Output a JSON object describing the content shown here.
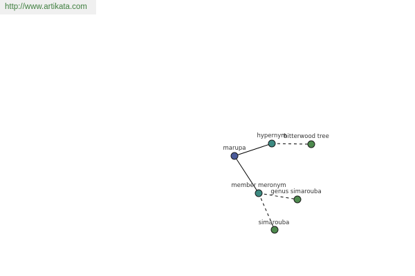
{
  "watermark": {
    "url": "http://www.artikata.com"
  },
  "colors": {
    "root_node": "#4a5a9a",
    "relation_node": "#3d8a82",
    "term_node": "#4e8a4e"
  },
  "graph": {
    "root": {
      "label": "marupa"
    },
    "relations": [
      {
        "key": "hypernym",
        "label": "hypernym"
      },
      {
        "key": "member_meronym",
        "label": "member meronym"
      }
    ],
    "terms": [
      {
        "key": "bitterwood_tree",
        "label": "bitterwood tree",
        "relation": "hypernym"
      },
      {
        "key": "genus_simarouba",
        "label": "genus simarouba",
        "relation": "member_meronym"
      },
      {
        "key": "simarouba",
        "label": "simarouba",
        "relation": "member_meronym"
      }
    ]
  }
}
